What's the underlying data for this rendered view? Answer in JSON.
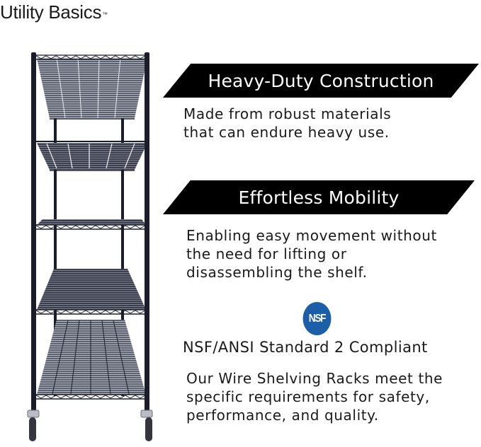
{
  "brand": {
    "name": "Utility Basics",
    "trademark": "™"
  },
  "features": [
    {
      "title": "Heavy-Duty Construction",
      "description_lines": [
        "Made from robust materials",
        "that can endure heavy use."
      ]
    },
    {
      "title": "Effortless Mobility",
      "description_lines": [
        "Enabling easy movement without",
        "the need for lifting or",
        "disassembling the shelf."
      ]
    }
  ],
  "certification": {
    "badge_text": "NSF",
    "badge_color": "#1d5ea8",
    "title": "NSF/ANSI Standard 2 Compliant",
    "description_lines": [
      "Our Wire Shelving Racks meet the",
      "specific requirements for safety,",
      "performance, and quality."
    ]
  },
  "product_image": {
    "icon": "wire-shelving-rack-on-casters",
    "shelf_count": 5,
    "color": "#1b1e2a"
  }
}
